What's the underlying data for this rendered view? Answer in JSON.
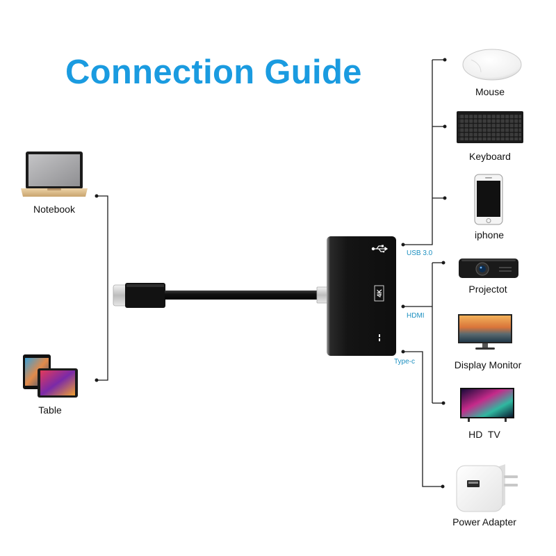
{
  "title": "Connection Guide",
  "colors": {
    "title": "#1a9be0",
    "port_label": "#1b8fc0",
    "line": "#1a1a1a",
    "hub": "#121212"
  },
  "sources": [
    {
      "label": "Notebook",
      "icon": "laptop-icon"
    },
    {
      "label": "Table",
      "icon": "tablet-icon"
    }
  ],
  "hub": {
    "hdmi_mark": "4K",
    "usb_icon": "usb-symbol-icon",
    "typec_icon": "type-c-port-icon"
  },
  "ports": {
    "usb": "USB 3.0",
    "hdmi": "HDMI",
    "typec": "Type-c"
  },
  "devices": {
    "usb": [
      {
        "label": "Mouse",
        "icon": "mouse-icon"
      },
      {
        "label": "Keyboard",
        "icon": "keyboard-icon"
      },
      {
        "label": "iphone",
        "icon": "smartphone-icon"
      }
    ],
    "hdmi": [
      {
        "label": "Projectot",
        "icon": "projector-icon"
      },
      {
        "label": "Display Monitor",
        "icon": "monitor-icon"
      },
      {
        "label": "HD  TV",
        "icon": "tv-icon"
      }
    ],
    "typec": [
      {
        "label": "Power Adapter",
        "icon": "power-adapter-icon"
      }
    ]
  }
}
